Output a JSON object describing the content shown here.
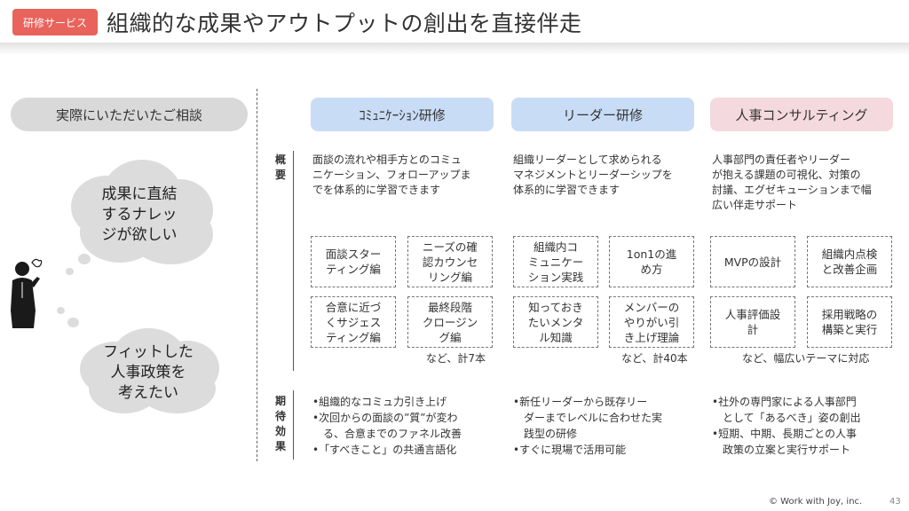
{
  "header": {
    "badge": "研修サービス",
    "title": "組織的な成果やアウトプットの創出を直接伴走"
  },
  "left": {
    "consult_label": "実際にいただいたご相談",
    "bubble1": [
      "成果に直結",
      "するナレッ",
      "ジが欲しい"
    ],
    "bubble2": [
      "フィットした",
      "人事政策を",
      "考えたい"
    ]
  },
  "row_labels": {
    "overview": [
      "概",
      "要"
    ],
    "effect": [
      "期",
      "待",
      "効",
      "果"
    ]
  },
  "columns": [
    {
      "title": "ｺﾐｭﾆｹｰｼｮﾝ研修",
      "color": "#c9dcf5",
      "overview": [
        "面談の流れや相手方とのコミュ",
        "ニケーション、フォローアップま",
        "でを体系的に学習できます"
      ],
      "boxes": [
        [
          "面談スター",
          "ティング編"
        ],
        [
          "ニーズの確",
          "認カウンセ",
          "リング編"
        ],
        [
          "合意に近づ",
          "くサジェス",
          "ティング編"
        ],
        [
          "最終段階",
          "クロージン",
          "グ編"
        ]
      ],
      "note": "など、計7本",
      "effects": [
        "•組織的なコミュ力引き上げ",
        "•次回からの面談の”質”が変わ",
        "　る、合意までのファネル改善",
        "•「すべきこと」の共通言語化"
      ]
    },
    {
      "title": "リーダー研修",
      "color": "#c9dcf5",
      "overview": [
        "組織リーダーとして求められる",
        "マネジメントとリーダーシップを",
        "体系的に学習できます"
      ],
      "boxes": [
        [
          "組織内コ",
          "ミュニケー",
          "ション実践"
        ],
        [
          "1on1の進",
          "め方"
        ],
        [
          "知っておき",
          "たいメンタ",
          "ル知識"
        ],
        [
          "メンバーの",
          "やりがい引",
          "き上げ理論"
        ]
      ],
      "note": "など、計40本",
      "effects": [
        "•新任リーダーから既存リー",
        "　ダーまでレベルに合わせた実",
        "　践型の研修",
        "•すぐに現場で活用可能"
      ]
    },
    {
      "title": "人事コンサルティング",
      "color": "#f4d9de",
      "overview": [
        "人事部門の責任者やリーダー",
        "が抱える課題の可視化、対策の",
        "討議、エグゼキューションまで幅",
        "広い伴走サポート"
      ],
      "boxes": [
        [
          "MVPの設計"
        ],
        [
          "組織内点検",
          "と改善企画"
        ],
        [
          "人事評価設",
          "計"
        ],
        [
          "採用戦略の",
          "構築と実行"
        ]
      ],
      "note": "など、幅広いテーマに対応",
      "effects": [
        "•社外の専門家による人事部門",
        "　として「あるべき」姿の創出",
        "•短期、中期、長期ごとの人事",
        "　政策の立案と実行サポート"
      ]
    }
  ],
  "footer": {
    "copyright": "© Work with Joy, inc.",
    "page": "43"
  }
}
